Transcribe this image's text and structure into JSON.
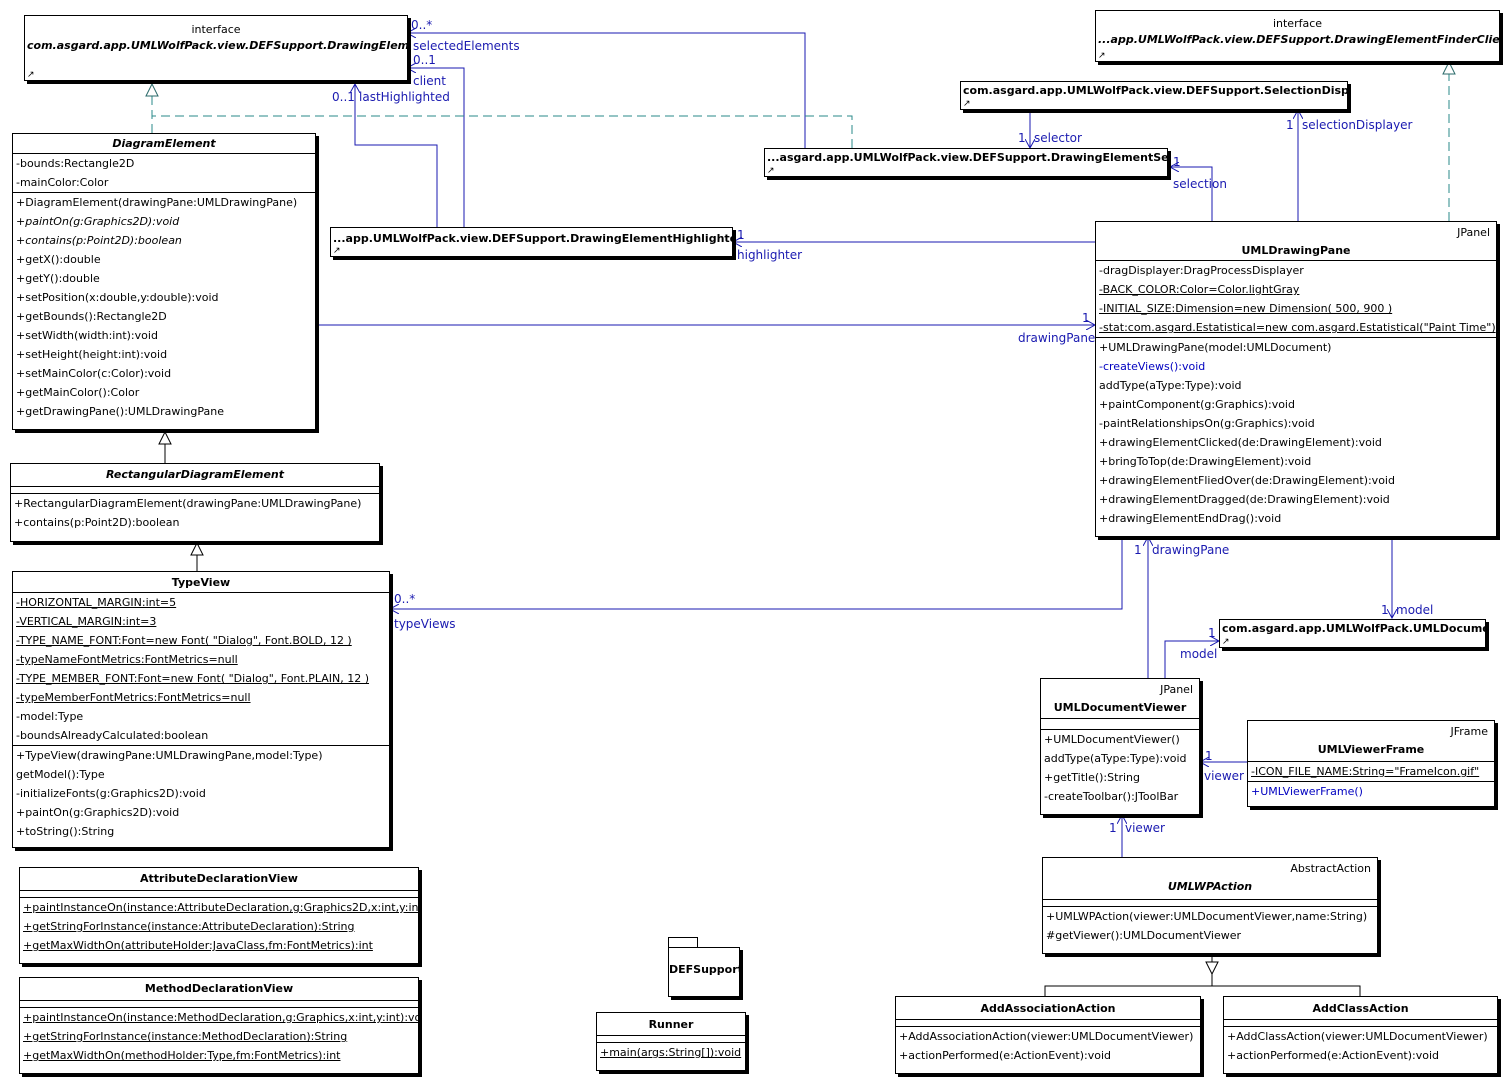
{
  "classes": {
    "drawing_element": {
      "stereotype": "interface",
      "name": "com.asgard.app.UMLWolfPack.view.DEFSupport.DrawingElement"
    },
    "finder_client": {
      "stereotype": "interface",
      "name": "...app.UMLWolfPack.view.DEFSupport.DrawingElementFinderClient"
    },
    "selection_displayer": {
      "name": "com.asgard.app.UMLWolfPack.view.DEFSupport.SelectionDisplayer"
    },
    "drawing_element_selection": {
      "name": "...asgard.app.UMLWolfPack.view.DEFSupport.DrawingElementSelection"
    },
    "highlighter": {
      "name": "...app.UMLWolfPack.view.DEFSupport.DrawingElementHighlighter"
    },
    "uml_document": {
      "name": "com.asgard.app.UMLWolfPack.UMLDocument"
    },
    "diagram_element": {
      "name": "DiagramElement",
      "attributes": [
        "-bounds:Rectangle2D",
        "-mainColor:Color"
      ],
      "operations": [
        "+DiagramElement(drawingPane:UMLDrawingPane)",
        "+paintOn(g:Graphics2D):void",
        "+contains(p:Point2D):boolean",
        "+getX():double",
        "+getY():double",
        "+setPosition(x:double,y:double):void",
        "+getBounds():Rectangle2D",
        "+setWidth(width:int):void",
        "+setHeight(height:int):void",
        "+setMainColor(c:Color):void",
        "+getMainColor():Color",
        "+getDrawingPane():UMLDrawingPane"
      ]
    },
    "rect_diagram_element": {
      "name": "RectangularDiagramElement",
      "operations": [
        "+RectangularDiagramElement(drawingPane:UMLDrawingPane)",
        "+contains(p:Point2D):boolean"
      ]
    },
    "type_view": {
      "name": "TypeView",
      "attributes": [
        "-HORIZONTAL_MARGIN:int=5",
        "-VERTICAL_MARGIN:int=3",
        "-TYPE_NAME_FONT:Font=new Font( \"Dialog\", Font.BOLD, 12 )",
        "-typeNameFontMetrics:FontMetrics=null",
        "-TYPE_MEMBER_FONT:Font=new Font( \"Dialog\", Font.PLAIN, 12 )",
        "-typeMemberFontMetrics:FontMetrics=null",
        "-model:Type",
        "-boundsAlreadyCalculated:boolean"
      ],
      "operations": [
        "+TypeView(drawingPane:UMLDrawingPane,model:Type)",
        "getModel():Type",
        "-initializeFonts(g:Graphics2D):void",
        "+paintOn(g:Graphics2D):void",
        "+toString():String"
      ]
    },
    "attribute_decl_view": {
      "name": "AttributeDeclarationView",
      "operations": [
        "+paintInstanceOn(instance:AttributeDeclaration,g:Graphics2D,x:int,y:int):void",
        "+getStringForInstance(instance:AttributeDeclaration):String",
        "+getMaxWidthOn(attributeHolder:JavaClass,fm:FontMetrics):int"
      ]
    },
    "method_decl_view": {
      "name": "MethodDeclarationView",
      "operations": [
        "+paintInstanceOn(instance:MethodDeclaration,g:Graphics,x:int,y:int):void",
        "+getStringForInstance(instance:MethodDeclaration):String",
        "+getMaxWidthOn(methodHolder:Type,fm:FontMetrics):int"
      ]
    },
    "uml_drawing_pane": {
      "stereotype": "JPanel",
      "name": "UMLDrawingPane",
      "attributes": [
        "-dragDisplayer:DragProcessDisplayer",
        "-BACK_COLOR:Color=Color.lightGray",
        "-INITIAL_SIZE:Dimension=new Dimension( 500, 900 )",
        "-stat:com.asgard.Estatistical=new com.asgard.Estatistical(\"Paint Time\")"
      ],
      "operations": [
        "+UMLDrawingPane(model:UMLDocument)",
        "-createViews():void",
        "addType(aType:Type):void",
        "+paintComponent(g:Graphics):void",
        "-paintRelationshipsOn(g:Graphics):void",
        "+drawingElementClicked(de:DrawingElement):void",
        "+bringToTop(de:DrawingElement):void",
        "+drawingElementFliedOver(de:DrawingElement):void",
        "+drawingElementDragged(de:DrawingElement):void",
        "+drawingElementEndDrag():void"
      ]
    },
    "uml_document_viewer": {
      "stereotype": "JPanel",
      "name": "UMLDocumentViewer",
      "operations": [
        "+UMLDocumentViewer()",
        "addType(aType:Type):void",
        "+getTitle():String",
        "-createToolbar():JToolBar"
      ]
    },
    "uml_viewer_frame": {
      "stereotype": "JFrame",
      "name": "UMLViewerFrame",
      "attributes": [
        "-ICON_FILE_NAME:String=\"FrameIcon.gif\""
      ],
      "operations": [
        "+UMLViewerFrame()"
      ]
    },
    "umlwp_action": {
      "stereotype": "AbstractAction",
      "name": "UMLWPAction",
      "operations": [
        "+UMLWPAction(viewer:UMLDocumentViewer,name:String)",
        "#getViewer():UMLDocumentViewer"
      ]
    },
    "add_association_action": {
      "name": "AddAssociationAction",
      "operations": [
        "+AddAssociationAction(viewer:UMLDocumentViewer)",
        "+actionPerformed(e:ActionEvent):void"
      ]
    },
    "add_class_action": {
      "name": "AddClassAction",
      "operations": [
        "+AddClassAction(viewer:UMLDocumentViewer)",
        "+actionPerformed(e:ActionEvent):void"
      ]
    },
    "runner": {
      "name": "Runner",
      "operations": [
        "+main(args:String[]):void"
      ]
    }
  },
  "package": {
    "name": "DEFSupport"
  },
  "labels": {
    "mult_0_star_a": "0..*",
    "selected_elements": "selectedElements",
    "mult_0_1_a": "0..1",
    "client": "client",
    "mult_0_1_b": "0..1",
    "last_highlighted": "lastHighlighted",
    "mult_1_selector": "1",
    "selector": "selector",
    "mult_1_selection": "1",
    "selection": "selection",
    "mult_1_selection_displayer": "1",
    "selection_displayer": "selectionDisplayer",
    "mult_1_highlighter": "1",
    "highlighter": "highlighter",
    "mult_1_drawing_pane_a": "1",
    "drawing_pane_a": "drawingPane",
    "mult_1_drawing_pane_b": "1",
    "drawing_pane_b": "drawingPane",
    "mult_0_star_b": "0..*",
    "type_views": "typeViews",
    "mult_1_model_a": "1",
    "model_a": "model",
    "mult_1_model_b": "1",
    "model_b": "model",
    "mult_1_viewer_a": "1",
    "viewer_a": "viewer",
    "mult_1_viewer_b": "1",
    "viewer_b": "viewer"
  },
  "colors": {
    "association": "#1a1ab0",
    "realization": "#2a8a8a",
    "line": "#000000"
  }
}
